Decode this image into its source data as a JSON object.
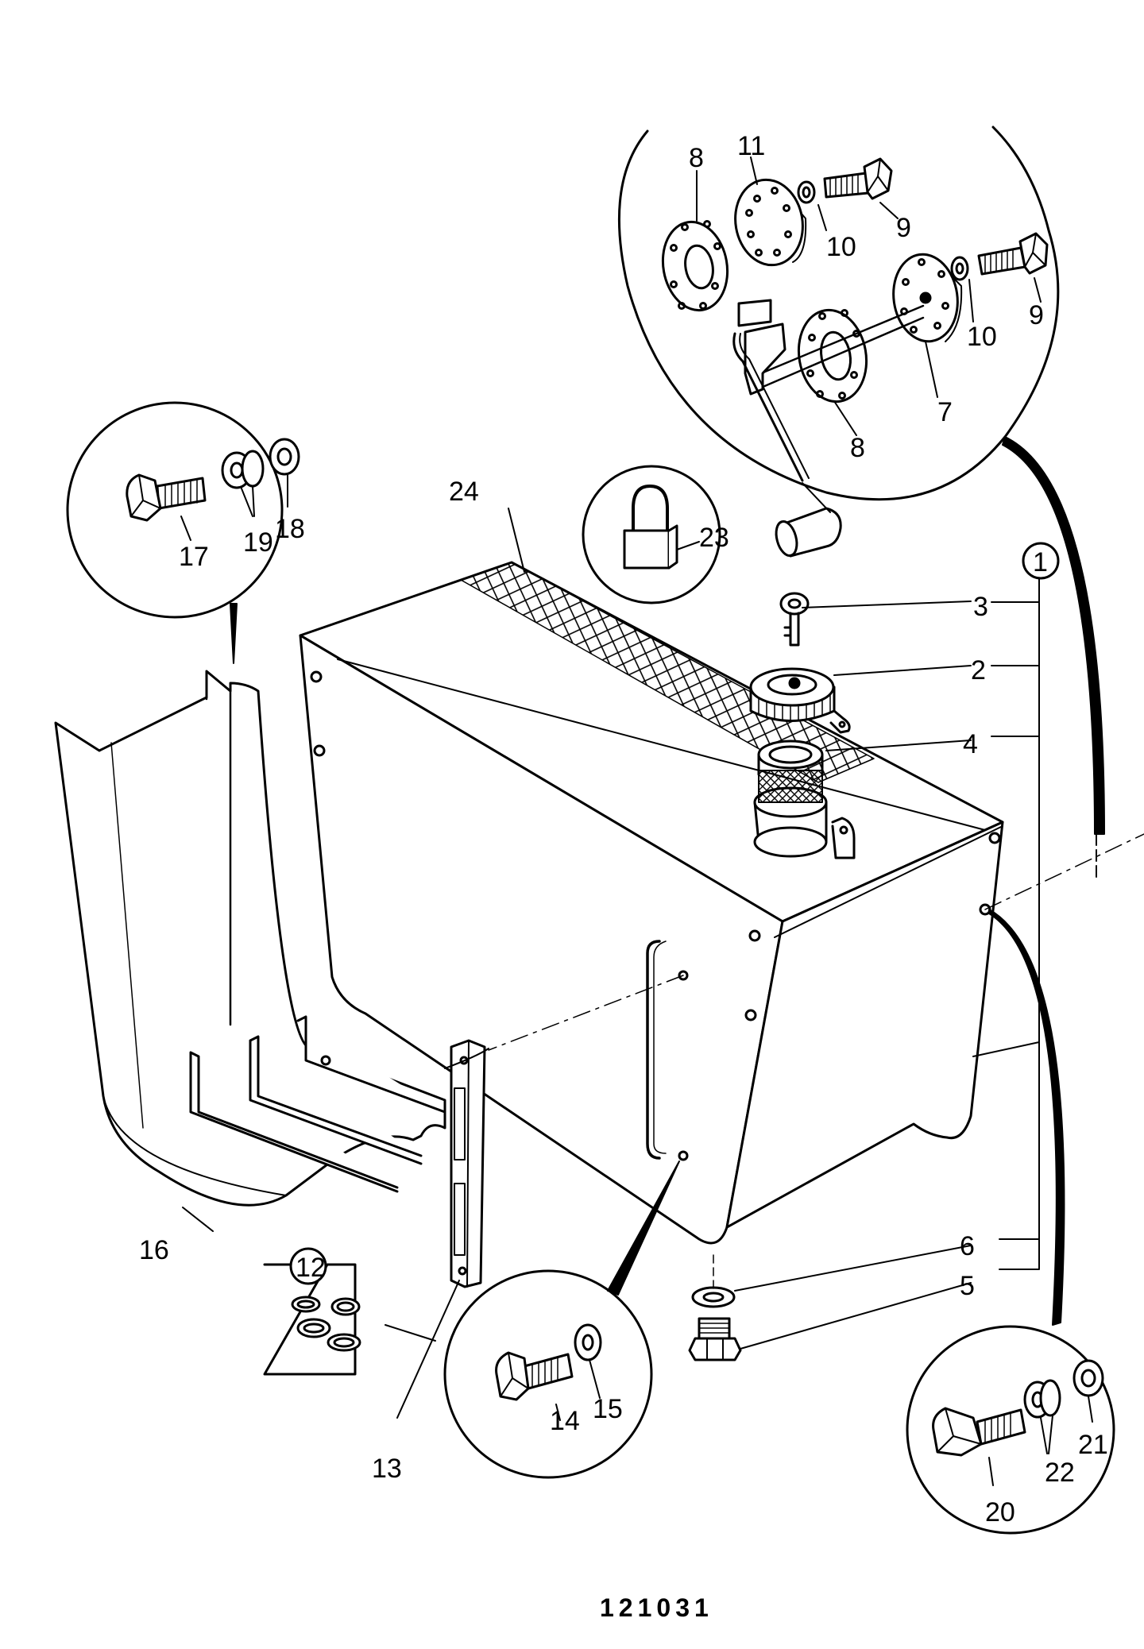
{
  "callouts": {
    "c1": "1",
    "c2": "2",
    "c3": "3",
    "c4": "4",
    "c5": "5",
    "c6": "6",
    "c7": "7",
    "c8a": "8",
    "c8b": "8",
    "c9a": "9",
    "c9b": "9",
    "c10a": "10",
    "c10b": "10",
    "c11": "11",
    "c12": "12",
    "c13": "13",
    "c14": "14",
    "c15": "15",
    "c16": "16",
    "c17": "17",
    "c18": "18",
    "c19": "19",
    "c20": "20",
    "c21": "21",
    "c22": "22",
    "c23": "23",
    "c24": "24"
  },
  "drawing_number": "121031",
  "icons": {
    "padlock": "padlock-icon",
    "key": "key-icon"
  }
}
